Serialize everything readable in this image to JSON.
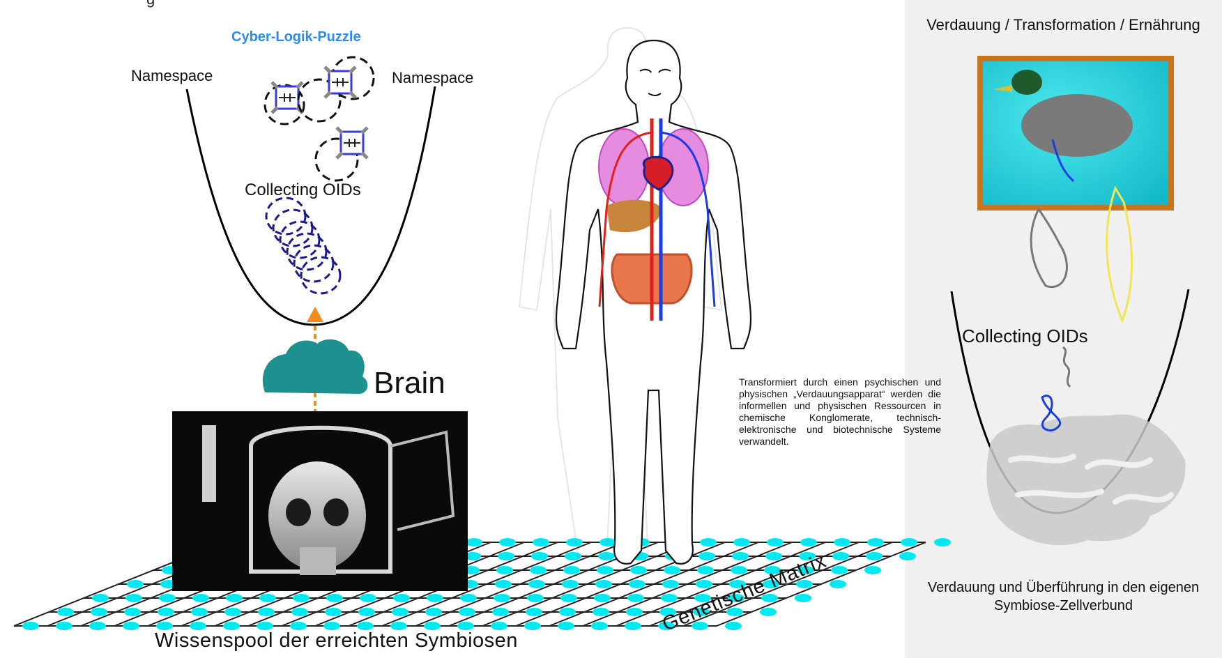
{
  "heading_fragment": "g",
  "puzzle_title": "Cyber-Logik-Puzzle",
  "namespace_left": "Namespace",
  "namespace_right": "Namespace",
  "collecting_left": "Collecting OIDs",
  "brain_label": "Brain",
  "wissenspool": "Wissenspool der erreichten Symbiosen",
  "genetic_matrix": "Genetische Matrix",
  "transform_text": "Transformiert durch einen psychischen und physischen „Verdauungsapparat“ werden die informellen und physischen Ressourcen in chemische Konglomerate, technisch-elektronische und biotechnische Systeme verwandelt.",
  "right_panel": {
    "title": "Verdauung / Transformation / Ernährung",
    "collecting": "Collecting OIDs",
    "caption": "Verdauung und Überführung in den eigenen Symbiose-Zellverbund"
  },
  "colors": {
    "puzzle_title": "#2a8cf0",
    "oid_rings": "#1a1a8a",
    "brain": "#1f9090",
    "arrow": "#f28a1e",
    "matrix_nodes": "#00e8f0",
    "organ_pink": "#e070d0",
    "artery_red": "#e0201a",
    "vein_blue": "#1a3ce0",
    "frame_orange": "#c8731e",
    "water_cyan": "#18d8e0"
  },
  "icons": [
    "namespace-parabola",
    "puzzle-cell-icon",
    "brain-icon",
    "mri-skull-image",
    "human-body-figure",
    "duck-picture",
    "intestine-icon"
  ]
}
